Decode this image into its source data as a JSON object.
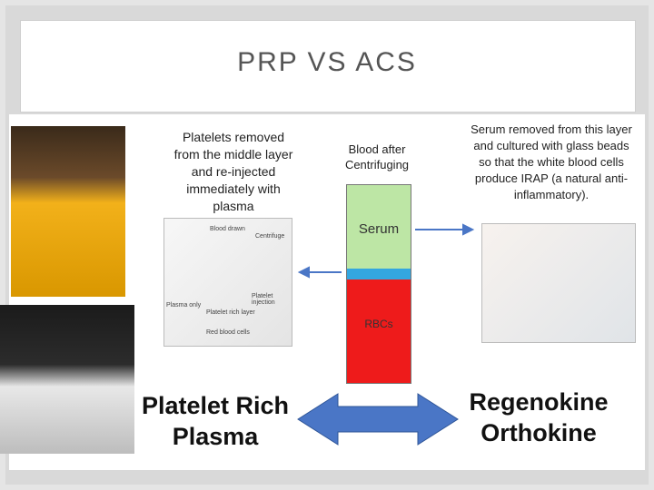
{
  "slide": {
    "title": "PRP VS ACS"
  },
  "left_panel": {
    "description": "Platelets removed from the middle layer and re-injected immediately with plasma",
    "illustration_labels": {
      "blood_drawn": "Blood drawn",
      "centrifuge": "Centrifuge",
      "plasma_only": "Plasma only",
      "platelet_rich_layer": "Platelet rich layer",
      "red_blood_cells": "Red blood cells",
      "platelet_injection": "Platelet injection"
    },
    "name": "Platelet Rich Plasma"
  },
  "center": {
    "caption": "Blood after Centrifuging",
    "serum_label": "Serum",
    "rbc_label": "RBCs"
  },
  "right_panel": {
    "description": "Serum removed from this layer and cultured with glass beads so that the white blood cells produce IRAP (a natural anti-inflammatory).",
    "name": "Regenokine Orthokine"
  },
  "colors": {
    "arrow_blue": "#4a76c6",
    "serum_green": "#bde6a5",
    "buffy_blue": "#33a6e0",
    "rbc_red": "#ee1b1b"
  }
}
